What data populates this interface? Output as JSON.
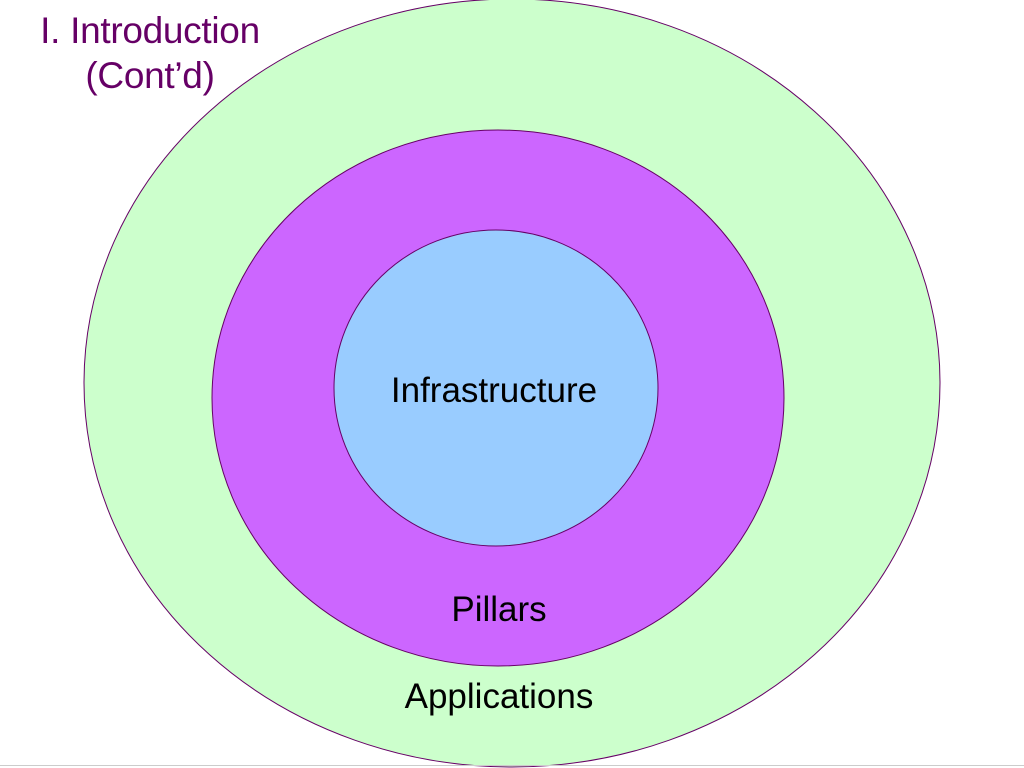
{
  "slide": {
    "title_line1": "I. Introduction",
    "title_line2": "(Cont’d)"
  },
  "diagram": {
    "rings": [
      {
        "label": "Applications",
        "fill": "#ccffcc"
      },
      {
        "label": "Pillars",
        "fill": "#cc66ff"
      },
      {
        "label": "Infrastructure",
        "fill": "#99ccff"
      }
    ]
  },
  "colors": {
    "title": "#660066",
    "ring_stroke": "#660066",
    "label": "#000000",
    "rule": "#cccccc"
  }
}
